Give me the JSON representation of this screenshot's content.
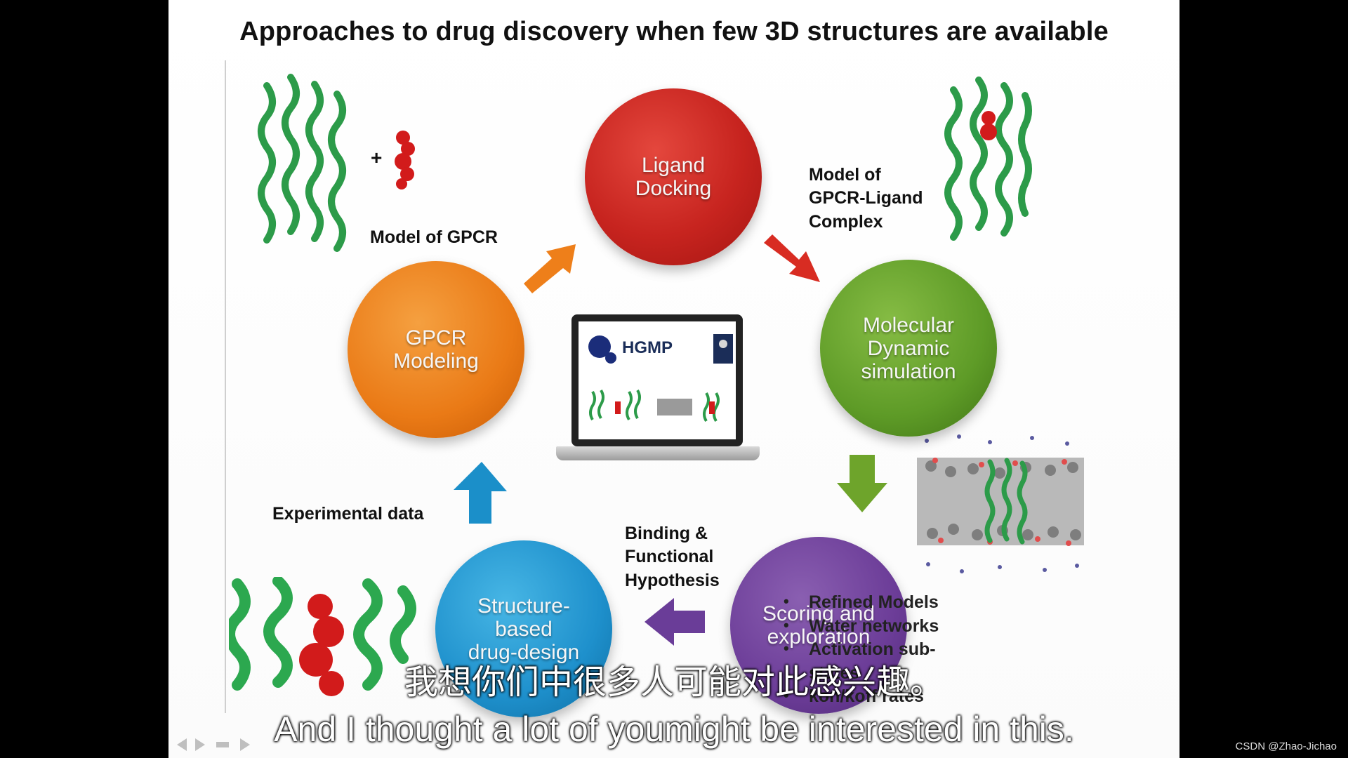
{
  "slide": {
    "title": "Approaches to drug discovery when few 3D structures are available",
    "nodes": {
      "ligand": "Ligand\nDocking",
      "molecular": "Molecular\nDynamic\nsimulation",
      "gpcr": "GPCR\nModeling",
      "structure": "Structure-\nbased\ndrug-design",
      "scoring": "Scoring and\nexploration"
    },
    "labels": {
      "model_gpcr": "Model of GPCR",
      "model_complex": "Model of\nGPCR-Ligand\nComplex",
      "experimental": "Experimental data",
      "binding": "Binding &\nFunctional\nHypothesis"
    },
    "laptop": {
      "brand": "HGMP"
    },
    "bullets": [
      "Refined Models",
      "Water networks",
      "Activation sub-\nstates",
      "kon/koff rates"
    ]
  },
  "subtitles": {
    "chinese": "我想你们中很多人可能对此感兴趣。",
    "english": "And I thought a lot of youmight be interested in this."
  },
  "watermark": "CSDN @Zhao-Jichao",
  "colors": {
    "red": "#c7241f",
    "green": "#5e9b27",
    "orange": "#ea7a16",
    "blue": "#1e90cc",
    "purple": "#6c3d98",
    "background": "#000000"
  }
}
